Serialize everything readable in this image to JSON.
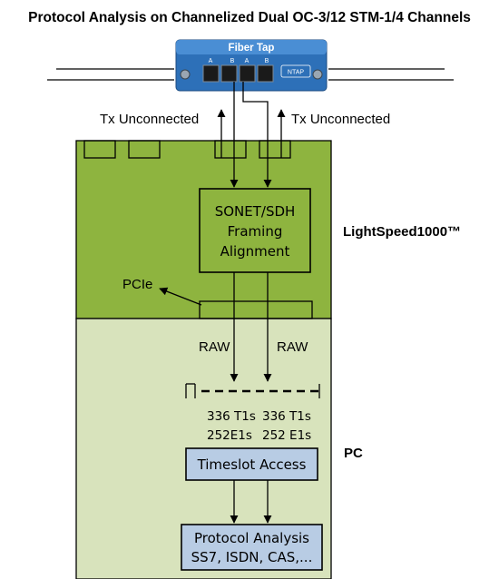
{
  "title": "Protocol Analysis on Channelized Dual OC-3/12 STM-1/4  Channels",
  "fiber_tap": {
    "label": "Fiber Tap",
    "port_a": "A",
    "port_b": "B",
    "port_a2": "A",
    "port_b2": "B",
    "brand": "NTAP"
  },
  "tx_left": "Tx Unconnected",
  "tx_right": "Tx Unconnected",
  "lightspeed_label": "LightSpeed1000™",
  "framing_box": {
    "line1": "SONET/SDH",
    "line2": "Framing",
    "line3": "Alignment"
  },
  "pcie_label": "PCIe",
  "raw_left": "RAW",
  "raw_right": "RAW",
  "channels_left": {
    "t1": "336 T1s",
    "e1": "252E1s"
  },
  "channels_right": {
    "t1": "336 T1s",
    "e1": "252 E1s"
  },
  "pc_label": "PC",
  "timeslot_box": "Timeslot Access",
  "protocol_box": {
    "line1": "Protocol Analysis",
    "line2": "SS7, ISDN, CAS,..."
  },
  "colors": {
    "card_green": "#8eb43f",
    "pc_green": "#d8e3bc",
    "blue_box": "#b8cce4",
    "tap_blue": "#2d70b8"
  }
}
